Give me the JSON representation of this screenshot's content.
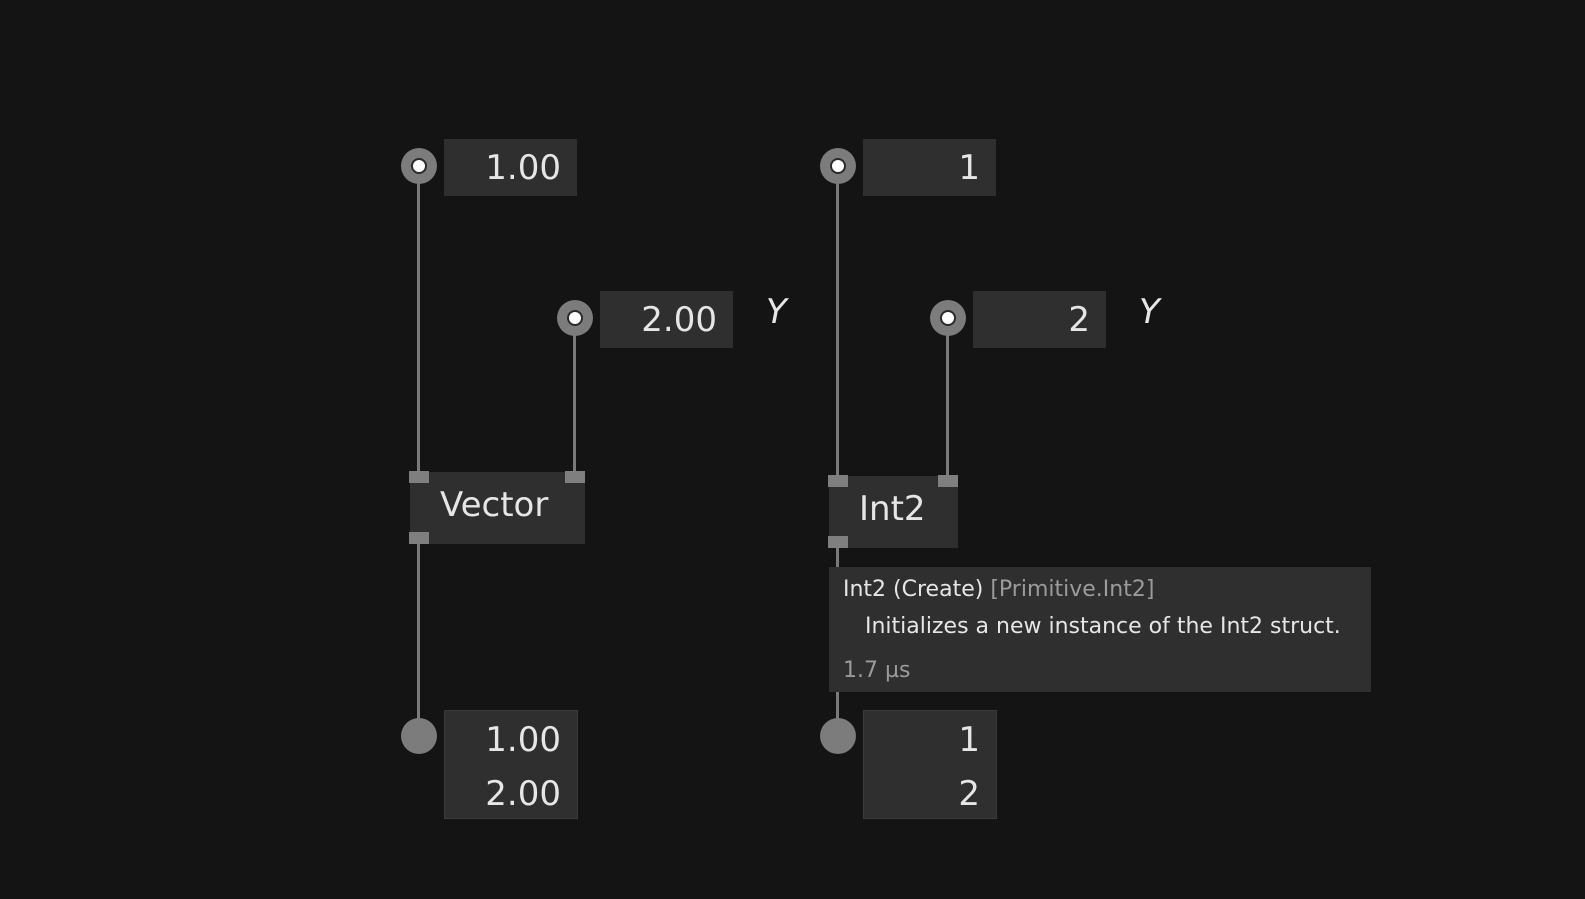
{
  "vector_patch": {
    "input_x_value": "1.00",
    "input_y_value": "2.00",
    "input_y_label": "Y",
    "node_label": "Vector",
    "output_values": [
      "1.00",
      "2.00"
    ]
  },
  "int2_patch": {
    "input_x_value": "1",
    "input_y_value": "2",
    "input_y_label": "Y",
    "node_label": "Int2",
    "output_values": [
      "1",
      "2"
    ]
  },
  "tooltip": {
    "title": "Int2 (Create)",
    "category": "[Primitive.Int2]",
    "description": "Initializes a new instance of the Int2 struct.",
    "timing": "1.7 µs"
  },
  "colors": {
    "background": "#141414",
    "box": "#2f2f2f",
    "wire": "#7a7a7a",
    "text": "#e6e6e6",
    "muted_text": "#9b9b9b"
  }
}
